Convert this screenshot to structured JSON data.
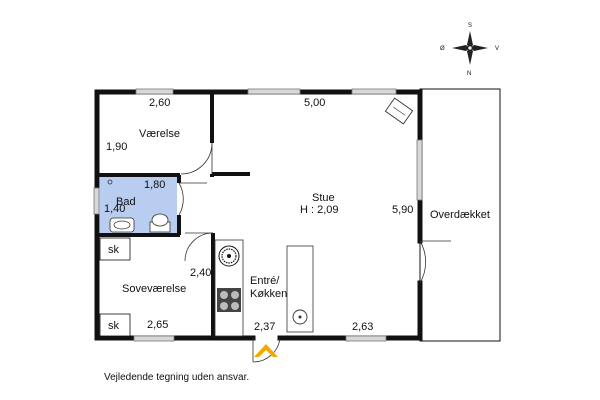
{
  "rooms": {
    "vaerelse": "Værelse",
    "bad": "Bad",
    "stue": "Stue",
    "stue_height": "H : 2,09",
    "overdaekket": "Overdækket",
    "entre_line1": "Entré/",
    "entre_line2": "Køkken",
    "sovevaerelse": "Soveværelse",
    "sk_top": "sk",
    "sk_bottom": "sk"
  },
  "dimensions": {
    "vaerelse_width": "2,60",
    "vaerelse_depth": "1,90",
    "stue_width": "5,00",
    "bad_width": "1,80",
    "bad_depth": "1,40",
    "stue_depth": "5,90",
    "sove_depth": "2,40",
    "sove_width": "2,65",
    "entre_width": "2,37",
    "kitchen_width": "2,63"
  },
  "compass": {
    "north": "N",
    "south": "S",
    "east": "Ø",
    "west": "V"
  },
  "footer": "Vejledende tegning uden ansvar.",
  "colors": {
    "wall": "#111111",
    "bathroom": "#b8cdf0",
    "window": "#c8c8c8",
    "entrance_arrow": "#f2a900"
  }
}
